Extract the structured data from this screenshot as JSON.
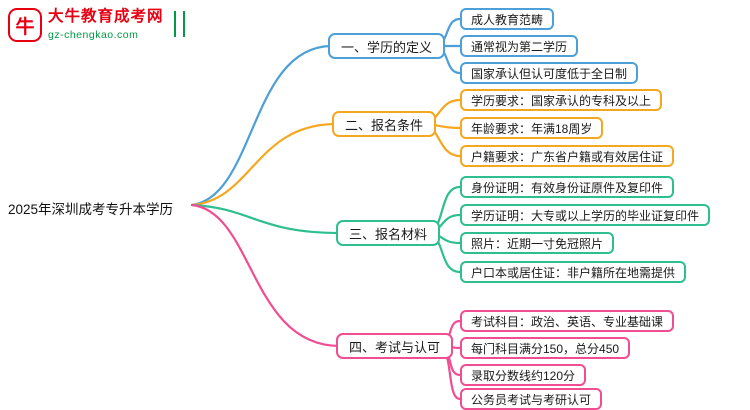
{
  "logo": {
    "icon": "bull-icon",
    "icon_glyph": "牛",
    "title": "大牛教育成考网",
    "url": "gz-chengkao.com"
  },
  "root": {
    "label": "2025年深圳成考专升本学历"
  },
  "colors": {
    "brand_red": "#e60012",
    "brand_green": "#009944",
    "blue": "#4c9fd7",
    "orange": "#f5a71f",
    "green": "#2fbe8f",
    "pink": "#f14d92"
  },
  "branches": [
    {
      "label": "一、学历的定义",
      "color": "#4c9fd7",
      "leaves": [
        "成人教育范畴",
        "通常视为第二学历",
        "国家承认但认可度低于全日制"
      ]
    },
    {
      "label": "二、报名条件",
      "color": "#f5a71f",
      "leaves": [
        "学历要求：国家承认的专科及以上",
        "年龄要求：年满18周岁",
        "户籍要求：广东省户籍或有效居住证"
      ]
    },
    {
      "label": "三、报名材料",
      "color": "#2fbe8f",
      "leaves": [
        "身份证明：有效身份证原件及复印件",
        "学历证明：大专或以上学历的毕业证复印件",
        "照片：近期一寸免冠照片",
        "户口本或居住证：非户籍所在地需提供"
      ]
    },
    {
      "label": "四、考试与认可",
      "color": "#f14d92",
      "leaves": [
        "考试科目：政治、英语、专业基础课",
        "每门科目满分150，总分450",
        "录取分数线约120分",
        "公务员考试与考研认可"
      ]
    }
  ]
}
